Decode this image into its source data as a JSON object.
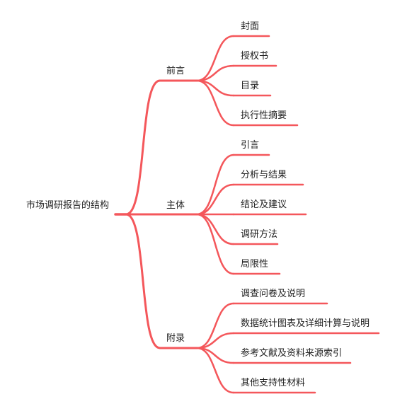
{
  "root": {
    "label": "市场调研报告的结构"
  },
  "branches": [
    {
      "label": "前言",
      "children": [
        "封面",
        "授权书",
        "目录",
        "执行性摘要"
      ]
    },
    {
      "label": "主体",
      "children": [
        "引言",
        "分析与结果",
        "结论及建议",
        "调研方法",
        "局限性"
      ]
    },
    {
      "label": "附录",
      "children": [
        "调查问卷及说明",
        "数据统计图表及详细计算与说明",
        "参考文献及资料来源索引",
        "其他支持性材料"
      ]
    }
  ],
  "colors": {
    "line": "#f4575b",
    "text": "#222222",
    "background": "#ffffff"
  }
}
